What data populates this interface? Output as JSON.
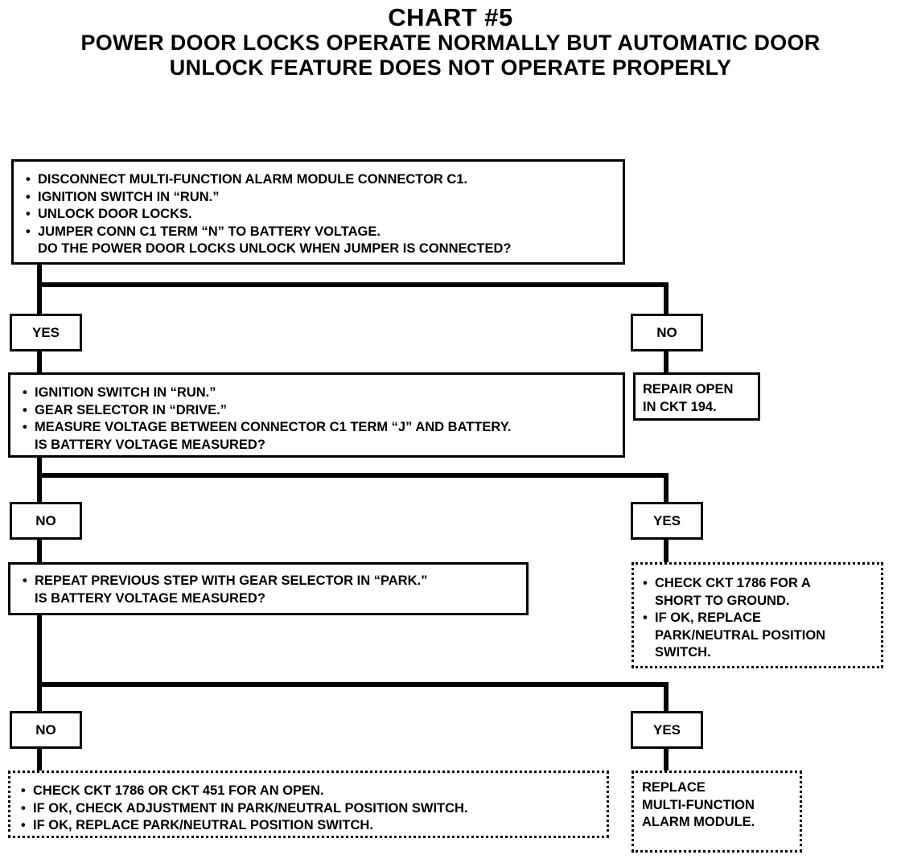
{
  "header": {
    "title": "CHART #5",
    "subtitle_line1": "POWER DOOR LOCKS OPERATE NORMALLY BUT AUTOMATIC DOOR",
    "subtitle_line2": "UNLOCK FEATURE DOES NOT OPERATE PROPERLY"
  },
  "step1": {
    "bullets": [
      "DISCONNECT MULTI-FUNCTION ALARM MODULE CONNECTOR C1.",
      "IGNITION SWITCH IN “RUN.”",
      "UNLOCK DOOR LOCKS.",
      "JUMPER CONN C1 TERM “N” TO BATTERY VOLTAGE."
    ],
    "question": "DO THE POWER DOOR LOCKS UNLOCK WHEN JUMPER IS CONNECTED?",
    "yes_label": "YES",
    "no_label": "NO"
  },
  "step2": {
    "bullets": [
      "IGNITION SWITCH IN “RUN.”",
      "GEAR SELECTOR IN “DRIVE.”",
      "MEASURE VOLTAGE BETWEEN CONNECTOR C1 TERM “J” AND BATTERY."
    ],
    "question": "IS BATTERY VOLTAGE MEASURED?",
    "no_label": "NO",
    "yes_label": "YES"
  },
  "repair_open": {
    "line1": "REPAIR OPEN",
    "line2": "IN CKT 194."
  },
  "step3": {
    "bullets": [
      "REPEAT PREVIOUS STEP WITH GEAR SELECTOR IN “PARK.”"
    ],
    "question": "IS BATTERY VOLTAGE MEASURED?",
    "no_label": "NO",
    "yes_label": "YES"
  },
  "check_short": {
    "bullet1_line1": "CHECK CKT 1786 FOR A",
    "bullet1_line2": "SHORT TO GROUND.",
    "bullet2_line1": "IF OK, REPLACE",
    "bullet2_line2": "PARK/NEUTRAL POSITION",
    "bullet2_line3": "SWITCH."
  },
  "check_open": {
    "bullets": [
      "CHECK CKT 1786 OR CKT 451 FOR AN OPEN.",
      "IF OK, CHECK ADJUSTMENT IN PARK/NEUTRAL POSITION SWITCH.",
      "IF OK, REPLACE PARK/NEUTRAL POSITION SWITCH."
    ]
  },
  "replace_module": {
    "line1": "REPLACE",
    "line2": "MULTI-FUNCTION",
    "line3": "ALARM MODULE."
  }
}
